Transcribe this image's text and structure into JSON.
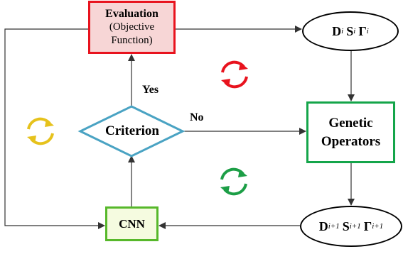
{
  "evaluation": {
    "title": "Evaluation",
    "line1": "(Objective",
    "line2": "Function)"
  },
  "decision": {
    "label": "Criterion",
    "yes": "Yes",
    "no": "No"
  },
  "genetic": {
    "line1": "Genetic",
    "line2": "Operators"
  },
  "cnn": {
    "label": "CNN"
  },
  "state_current": {
    "symbols": [
      "D",
      "S",
      "Γ"
    ],
    "subscript": "i"
  },
  "state_next": {
    "symbols": [
      "D",
      "S",
      "Γ"
    ],
    "subscript": "i+1"
  },
  "colors": {
    "evaluation_border": "#e8131e",
    "evaluation_fill": "#f7d6d6",
    "genetic_border": "#14a54a",
    "cnn_border": "#57b82b",
    "cnn_fill": "#f5fbe0",
    "decision_border": "#4aa3c3",
    "cycle_red": "#e8131e",
    "cycle_yellow": "#e6c21c",
    "cycle_green": "#1c9e46"
  },
  "icons": [
    "cycle-arrows-icon-red",
    "cycle-arrows-icon-yellow",
    "cycle-arrows-icon-green"
  ]
}
